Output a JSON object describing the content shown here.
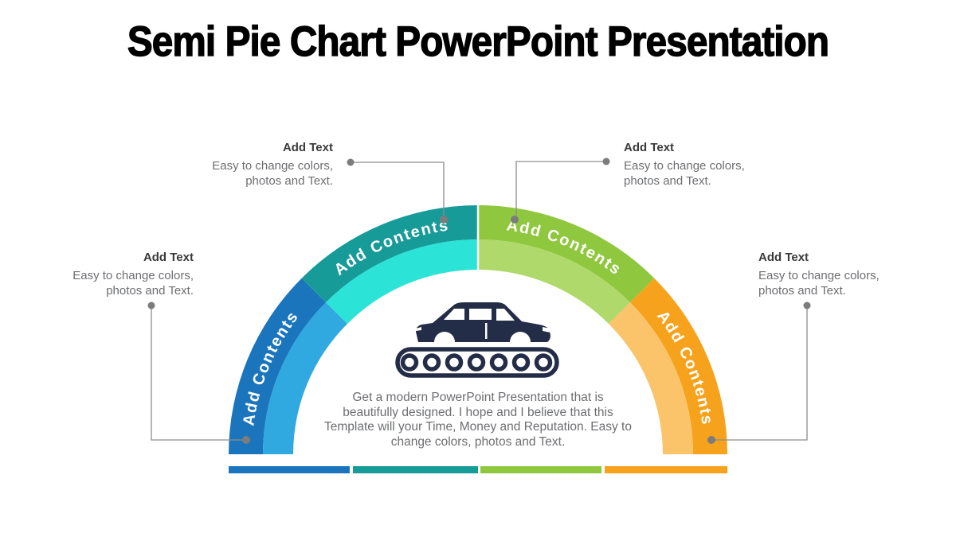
{
  "title": "Semi Pie Chart PowerPoint Presentation",
  "segments": [
    {
      "id": "blue",
      "label": "Add Contents",
      "color": "#1B75BC",
      "color_light": "#30A8E0"
    },
    {
      "id": "teal",
      "label": "Add Contents",
      "color": "#179B98",
      "color_light": "#2BE3D7"
    },
    {
      "id": "green",
      "label": "Add Contents",
      "color": "#8FC73E",
      "color_light": "#AFD96A"
    },
    {
      "id": "orange",
      "label": "Add Contents",
      "color": "#F6A21D",
      "color_light": "#FBC46A"
    }
  ],
  "callouts": {
    "top_left": {
      "heading": "Add Text",
      "body": "Easy to change colors,\nphotos and Text."
    },
    "top_right": {
      "heading": "Add Text",
      "body": "Easy to change colors,\nphotos and Text."
    },
    "left": {
      "heading": "Add Text",
      "body": "Easy to change colors,\nphotos and Text."
    },
    "right": {
      "heading": "Add Text",
      "body": "Easy to change colors,\nphotos and Text."
    }
  },
  "center": {
    "icon": "car-on-conveyor-icon",
    "icon_color": "#232D47",
    "description": "Get a modern PowerPoint  Presentation that is\nbeautifully designed. I hope and I believe that this\nTemplate will your Time, Money and Reputation. Easy to\nchange colors, photos and Text."
  },
  "footer_bars": [
    "#1B75BC",
    "#179B98",
    "#8FC73E",
    "#F6A21D"
  ],
  "ui_colors": {
    "connector_line": "#8D8D8D",
    "connector_dot": "#7C7C7C",
    "heading_text": "#3A3A3A",
    "body_text": "#6D6E71"
  }
}
